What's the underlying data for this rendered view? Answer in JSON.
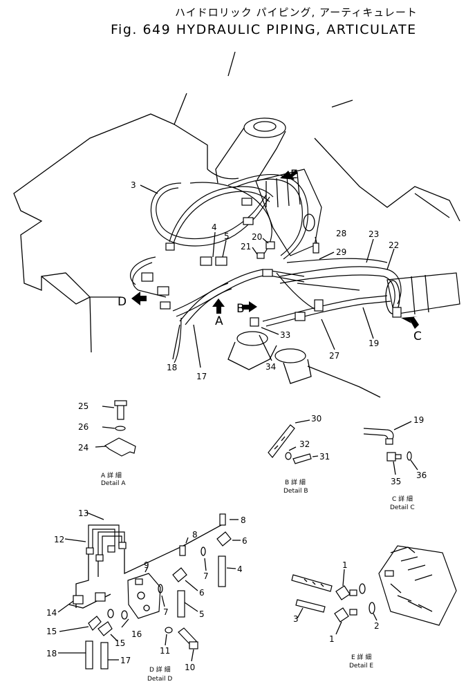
{
  "title": {
    "jp": "ハイドロリック パイピング, アーティキュレート",
    "en": "Fig. 649  HYDRAULIC  PIPING, ARTICULATE"
  },
  "main_view": {
    "arrow_labels": [
      "E",
      "D",
      "A",
      "B",
      "C"
    ],
    "callouts": [
      "3",
      "4",
      "5",
      "20",
      "21",
      "28",
      "29",
      "23",
      "22",
      "19",
      "27",
      "33",
      "34",
      "17",
      "18"
    ]
  },
  "detail_a": {
    "callouts": [
      "25",
      "26",
      "24"
    ],
    "caption_jp": "A 詳 細",
    "caption_en": "Detail  A"
  },
  "detail_b": {
    "callouts": [
      "30",
      "32",
      "31"
    ],
    "caption_jp": "B 詳 細",
    "caption_en": "Detail  B"
  },
  "detail_c": {
    "callouts": [
      "19",
      "35",
      "36"
    ],
    "caption_jp": "C 詳 細",
    "caption_en": "Detail  C"
  },
  "detail_d": {
    "callouts": [
      "13",
      "12",
      "8",
      "6",
      "4",
      "8",
      "7",
      "6",
      "9",
      "7",
      "5",
      "14",
      "15",
      "16",
      "15",
      "11",
      "18",
      "17",
      "10"
    ],
    "caption_jp": "D 詳 細",
    "caption_en": "Detail  D"
  },
  "detail_e": {
    "callouts": [
      "1",
      "2",
      "3",
      "1"
    ],
    "caption_jp": "E 詳 細",
    "caption_en": "Detail  E"
  }
}
